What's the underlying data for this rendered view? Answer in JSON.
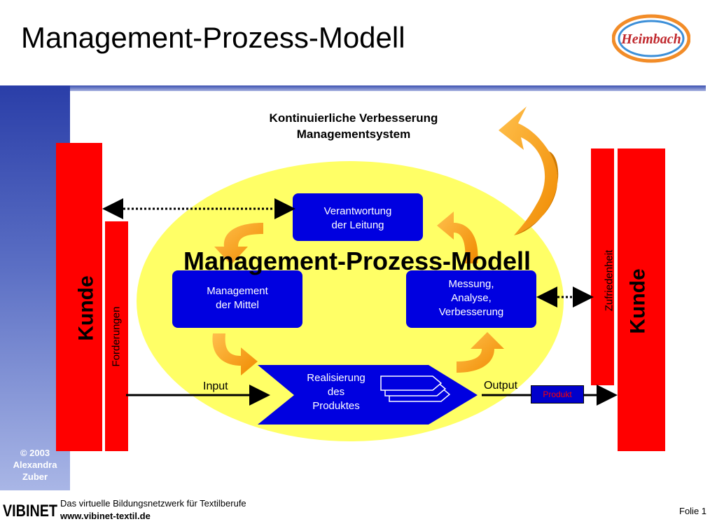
{
  "title": "Management-Prozess-Modell",
  "logo_text": "Heimbach",
  "copyright": "© 2003\nAlexandra\nZuber",
  "diagram": {
    "heading": "Kontinuierliche Verbesserung\nManagementsystem",
    "center_title": "Management-Prozess-Modell",
    "box_top": "Verantwortung\nder Leitung",
    "box_left": "Management\nder Mittel",
    "box_right": "Messung,\nAnalyse,\nVerbesserung",
    "box_bottom": "Realisierung\ndes\nProduktes",
    "kunde_left": "Kunde",
    "kunde_right": "Kunde",
    "forderungen": "Forderungen",
    "zufriedenheit": "Zufriedenheit",
    "input": "Input",
    "output": "Output",
    "produkt": "Produkt"
  },
  "footer": {
    "logo_text": "VIBINET",
    "line1": "Das virtuelle Bildungsnetzwerk für Textilberufe",
    "line2": "www.vibinet-textil.de",
    "slide": "Folie 1"
  },
  "colors": {
    "red": "#ff0000",
    "blue": "#0000e0",
    "yellow": "#ffff66",
    "orange": "#ff9900"
  }
}
